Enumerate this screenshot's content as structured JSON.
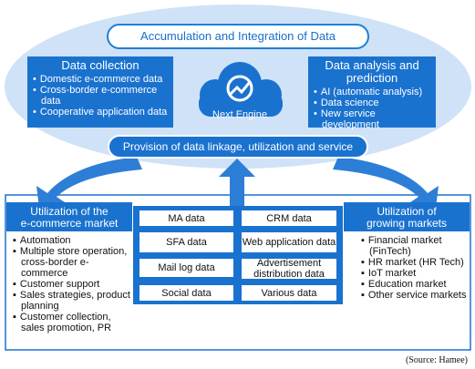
{
  "title": "Accumulation and Integration of Data",
  "engine_label": "Next Engine",
  "collection": {
    "heading": "Data collection",
    "items": [
      "Domestic e-commerce data",
      "Cross-border e-commerce data",
      "Cooperative application data"
    ]
  },
  "analysis": {
    "heading": "Data analysis and prediction",
    "items": [
      "AI (automatic analysis)",
      "Data science",
      "New service development"
    ]
  },
  "linkage": "Provision of data linkage, utilization and service",
  "left": {
    "heading_line1": "Utilization of the",
    "heading_line2": "e-commerce market",
    "items": [
      "Automation",
      "Multiple store operation, cross-border e-commerce",
      "Customer support",
      "Sales strategies, product planning",
      "Customer collection, sales promotion, PR"
    ]
  },
  "right": {
    "heading_line1": "Utilization of",
    "heading_line2": "growing markets",
    "items": [
      "Financial market (FinTech)",
      "HR market (HR Tech)",
      "IoT market",
      "Education market",
      "Other service markets"
    ]
  },
  "data_boxes": {
    "ma": "MA data",
    "crm": "CRM data",
    "sfa": "SFA data",
    "webapp": "Web application data",
    "maillog": "Mail log data",
    "advert": "Advertisement distribution data",
    "social": "Social data",
    "various": "Various data"
  },
  "source": "(Source: Hamee)",
  "colors": {
    "primary": "#1a72cf",
    "cloud": "#cfe2f7",
    "arrow": "#2d7ed6"
  },
  "icons": {
    "engine": "chart-check-icon"
  }
}
